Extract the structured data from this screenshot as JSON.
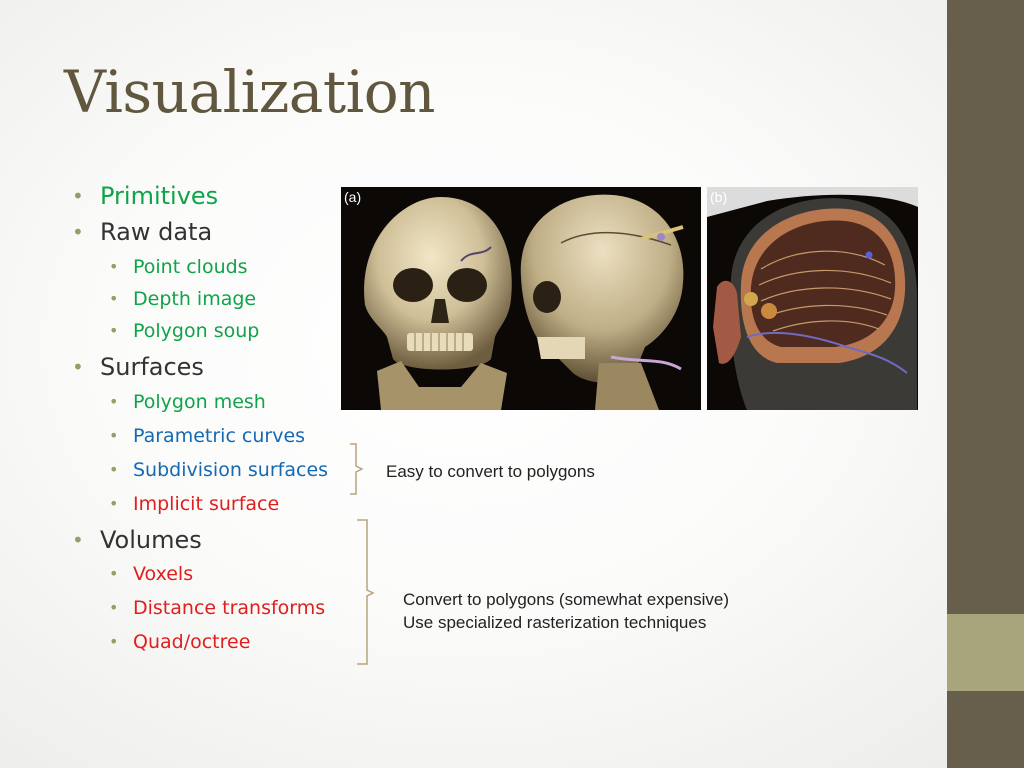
{
  "slide": {
    "title": "Visualization",
    "bullets": [
      {
        "text": "Primitives",
        "color": "green"
      },
      {
        "text": "Raw data",
        "color": "dark"
      },
      {
        "text": "Surfaces",
        "color": "dark"
      },
      {
        "text": "Volumes",
        "color": "dark"
      }
    ],
    "raw_data_items": [
      {
        "text": "Point clouds",
        "color": "green"
      },
      {
        "text": "Depth image",
        "color": "green"
      },
      {
        "text": "Polygon soup",
        "color": "green"
      }
    ],
    "surface_items": [
      {
        "text": "Polygon mesh",
        "color": "green"
      },
      {
        "text": "Parametric curves",
        "color": "blue"
      },
      {
        "text": "Subdivision surfaces",
        "color": "blue"
      },
      {
        "text": "Implicit surface",
        "color": "red"
      }
    ],
    "volume_items": [
      {
        "text": "Voxels",
        "color": "red"
      },
      {
        "text": "Distance transforms",
        "color": "red"
      },
      {
        "text": "Quad/octree",
        "color": "red"
      }
    ],
    "images": {
      "label_a": "(a)",
      "label_b": "(b)"
    },
    "notes": {
      "easy": "Easy to convert to polygons",
      "expensive_line1": "Convert to polygons (somewhat expensive)",
      "expensive_line2": "Use specialized rasterization techniques"
    }
  },
  "colors": {
    "title": "#60573e",
    "sidebar": "#675f4b",
    "sidebar_accent": "#a8a47b",
    "bullet_marker": "#9b9b68",
    "green": "#10a34a",
    "blue": "#1569b3",
    "red": "#e01e1e",
    "dark": "#333333"
  }
}
